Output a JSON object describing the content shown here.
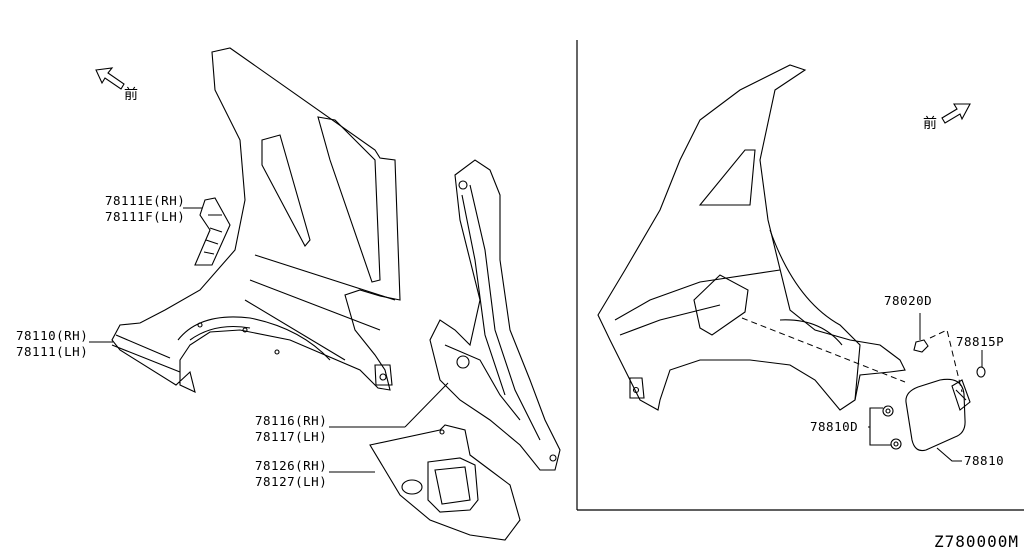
{
  "diagram_code": "Z780000M",
  "front_marker": "前",
  "labels": {
    "p78111": {
      "rh": "78111E(RH)",
      "lh": "78111F(LH)"
    },
    "p78110": {
      "rh": "78110(RH)",
      "lh": "78111(LH)"
    },
    "p78116": {
      "rh": "78116(RH)",
      "lh": "78117(LH)"
    },
    "p78126": {
      "rh": "78126(RH)",
      "lh": "78127(LH)"
    },
    "p78020D": "78020D",
    "p78815P": "78815P",
    "p78810D": "78810D",
    "p78810": "78810"
  }
}
